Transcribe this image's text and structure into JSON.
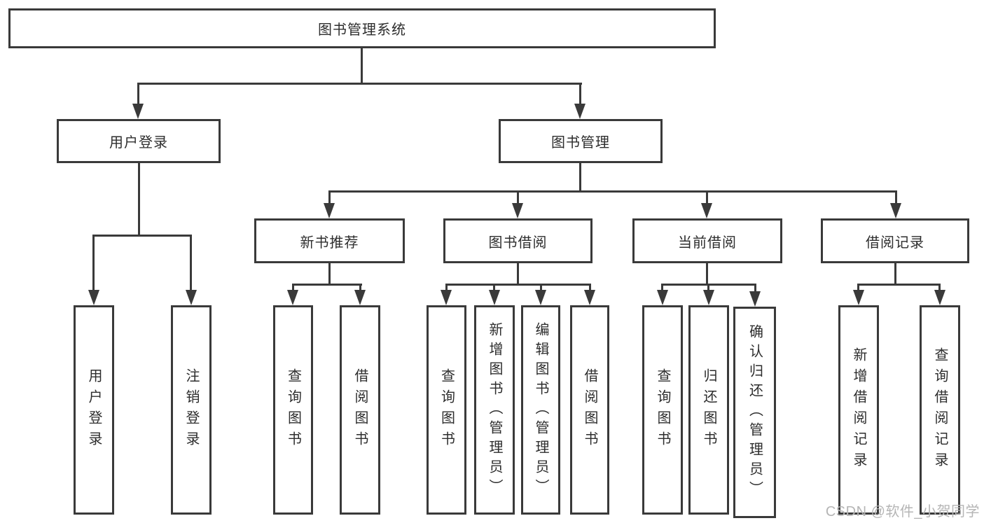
{
  "diagram": {
    "root": {
      "label": "图书管理系统"
    },
    "branches": [
      {
        "label": "用户登录",
        "children": [
          {
            "label": "用户登录"
          },
          {
            "label": "注销登录"
          }
        ]
      },
      {
        "label": "图书管理",
        "groups": [
          {
            "label": "新书推荐",
            "children": [
              {
                "label": "查询图书"
              },
              {
                "label": "借阅图书"
              }
            ]
          },
          {
            "label": "图书借阅",
            "children": [
              {
                "label": "查询图书"
              },
              {
                "label": "新增图书（管理员）"
              },
              {
                "label": "编辑图书（管理员）"
              },
              {
                "label": "借阅图书"
              }
            ]
          },
          {
            "label": "当前借阅",
            "children": [
              {
                "label": "查询图书"
              },
              {
                "label": "归还图书"
              },
              {
                "label": "确认归还（管理员）"
              }
            ]
          },
          {
            "label": "借阅记录",
            "children": [
              {
                "label": "新增借阅记录"
              },
              {
                "label": "查询借阅记录"
              }
            ]
          }
        ]
      }
    ],
    "watermark": "CSDN @软件_小贺同学",
    "colors": {
      "line": "#3a3a3a",
      "text": "#2d2d2d",
      "watermark": "#b5b5b5",
      "background": "#ffffff"
    }
  }
}
